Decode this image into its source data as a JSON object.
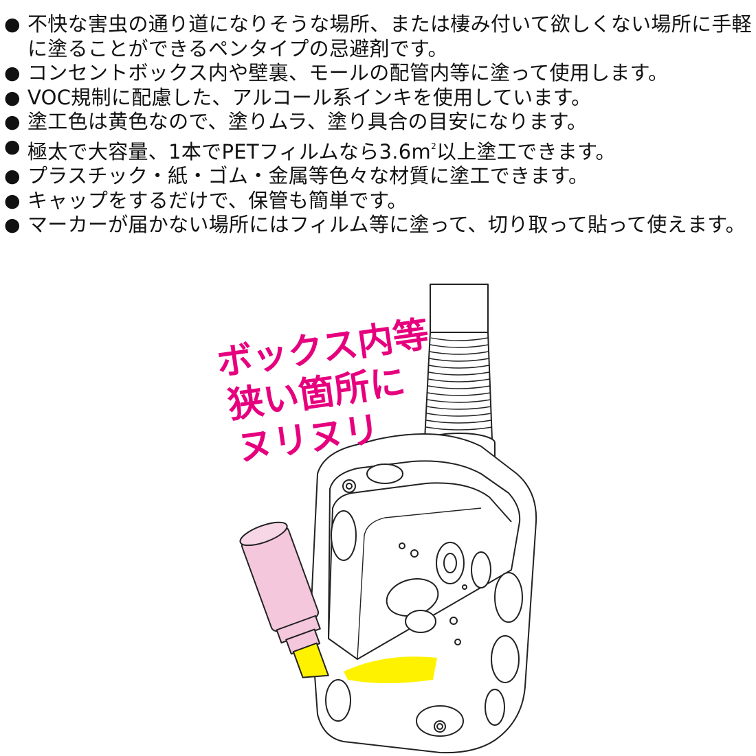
{
  "features": [
    {
      "id": "pests",
      "text": "不快な害虫の通り道になりそうな場所、または棲み付いて欲しくない場所に手軽に塗ることができるペンタイプの忌避剤です。"
    },
    {
      "id": "outlet",
      "text": "コンセントボックス内や壁裏、モールの配管内等に塗って使用します。"
    },
    {
      "id": "voc",
      "text": "VOC規制に配慮した、アルコール系インキを使用しています。"
    },
    {
      "id": "yellow",
      "text": "塗工色は黄色なので、塗りムラ、塗り具合の目安になります。"
    },
    {
      "id": "capacity",
      "text_before": "極太で大容量、1本でPETフィルムなら3.6m",
      "superscript": "2",
      "text_after": "以上塗工できます。"
    },
    {
      "id": "materials",
      "text": "プラスチック・紙・ゴム・金属等色々な材質に塗工できます。"
    },
    {
      "id": "cap",
      "text": "キャップをするだけで、保管も簡単です。"
    },
    {
      "id": "film",
      "text": "マーカーが届かない場所にはフィルム等に塗って、切り取って貼って使えます。"
    }
  ],
  "bullet": "●",
  "callout": {
    "line1": "ボックス内等",
    "line2": "狭い箇所に",
    "line3": "ヌリヌリ",
    "color": "#e6007e"
  },
  "colors": {
    "marker_body": "#f4c7dc",
    "marker_tip": "#fff200",
    "stroke_arrow": "#fff200",
    "outline": "#222222"
  },
  "illustration": {
    "subject": "junction-box-with-conduit-and-marker"
  }
}
